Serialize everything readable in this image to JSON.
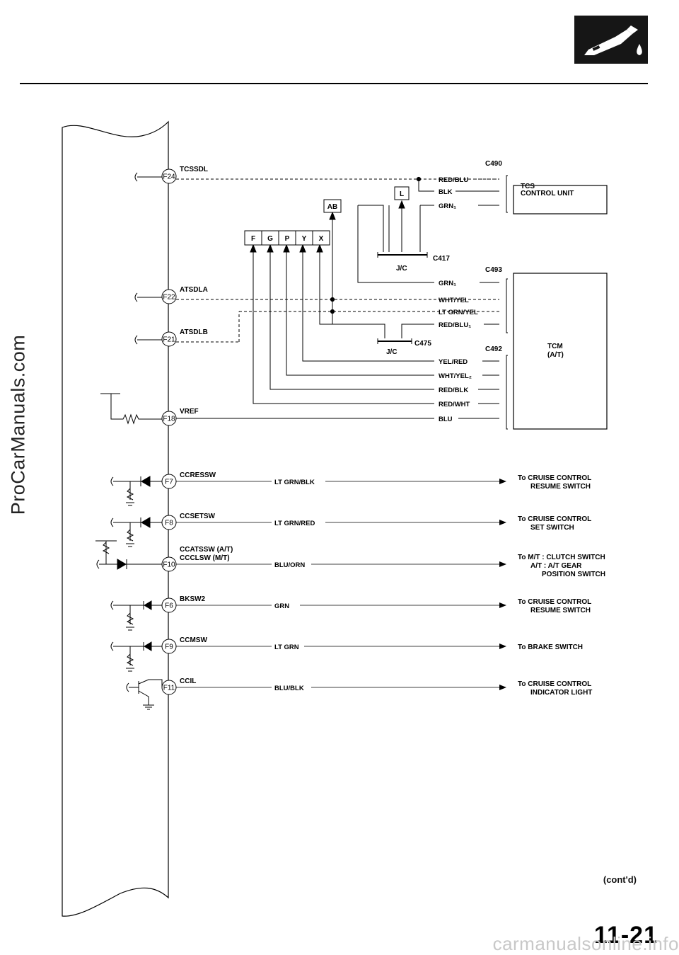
{
  "watermark_side": "ProCarManuals.com",
  "watermark_bottom": "carmanualsonline.info",
  "page_number": "11-21",
  "contd": "(cont'd)",
  "connectors": {
    "c490": "C490",
    "c493": "C493",
    "c492": "C492",
    "c417": "C417",
    "c475": "C475",
    "jc": "J/C"
  },
  "units": {
    "tcs": [
      "TCS",
      "CONTROL UNIT"
    ],
    "tcm": [
      "TCM",
      "(A/T)"
    ]
  },
  "pins": [
    {
      "pin": "F24",
      "signal": "TCSSDL"
    },
    {
      "pin": "F22",
      "signal": "ATSDLA"
    },
    {
      "pin": "F21",
      "signal": "ATSDLB"
    },
    {
      "pin": "F18",
      "signal": "VREF"
    },
    {
      "pin": "F7",
      "signal": "CCRESSW"
    },
    {
      "pin": "F8",
      "signal": "CCSETSW"
    },
    {
      "pin": "F10",
      "signal": "CCATSSW (A/T)",
      "signal2": "CCCLSW   (M/T)"
    },
    {
      "pin": "F6",
      "signal": "BKSW2"
    },
    {
      "pin": "F9",
      "signal": "CCMSW"
    },
    {
      "pin": "F11",
      "signal": "CCIL"
    }
  ],
  "dlc_terminals": [
    "F",
    "G",
    "P",
    "Y",
    "X"
  ],
  "ab_terminal": "AB",
  "l_terminal": "L",
  "tcs_wires": [
    "RED/BLU",
    "BLK",
    "GRN₁"
  ],
  "tcm_wires_c493": [
    "GRN₁",
    "WHT/YEL",
    "LT GRN/YEL",
    "RED/BLU₁"
  ],
  "tcm_wires_c492": [
    "YEL/RED",
    "WHT/YEL₂",
    "RED/BLK",
    "RED/WHT",
    "BLU"
  ],
  "outputs": [
    {
      "wire": "LT GRN/BLK",
      "dest": [
        "To CRUISE CONTROL",
        "RESUME SWITCH"
      ]
    },
    {
      "wire": "LT GRN/RED",
      "dest": [
        "To CRUISE CONTROL",
        "SET SWITCH"
      ]
    },
    {
      "wire": "BLU/ORN",
      "dest": [
        "To M/T : CLUTCH SWITCH",
        "A/T : A/T GEAR",
        "POSITION SWITCH"
      ]
    },
    {
      "wire": "GRN",
      "dest": [
        "To CRUISE CONTROL",
        "RESUME SWITCH"
      ]
    },
    {
      "wire": "LT GRN",
      "dest": [
        "To BRAKE SWITCH"
      ]
    },
    {
      "wire": "BLU/BLK",
      "dest": [
        "To CRUISE CONTROL",
        "INDICATOR LIGHT"
      ]
    }
  ]
}
